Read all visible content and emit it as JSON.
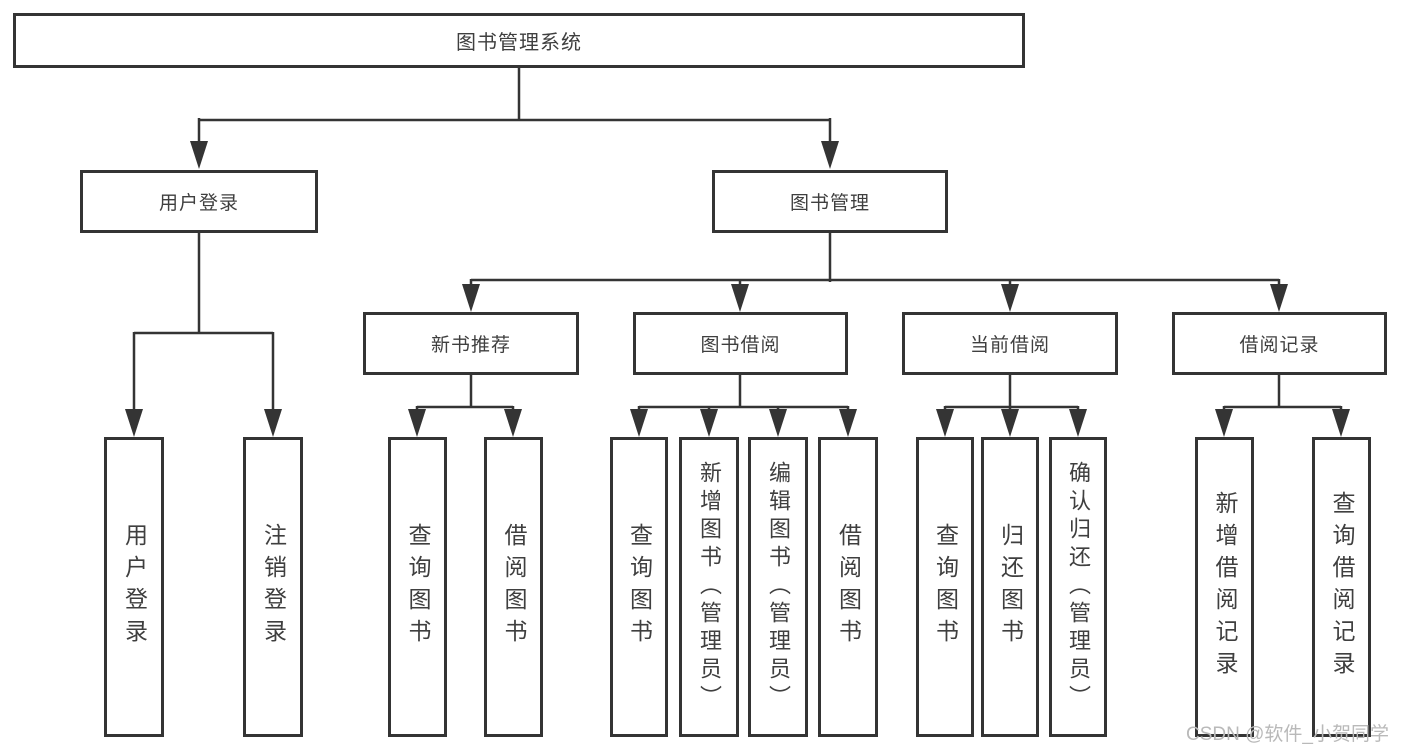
{
  "diagram": {
    "type": "hierarchy-tree",
    "title": "图书管理系统",
    "colors": {
      "line": "#343434",
      "border": "#343434",
      "text": "#3f3f3f",
      "background": "#ffffff",
      "watermark": "#b9b9b9"
    },
    "nodes": {
      "root": "图书管理系统",
      "user_login": "用户登录",
      "book_mgmt": "图书管理",
      "new_book_rec": "新书推荐",
      "book_borrow": "图书借阅",
      "current_borrow": "当前借阅",
      "borrow_record": "借阅记录",
      "leaf_user_login": "用户登录",
      "leaf_logout": "注销登录",
      "leaf_query_book_1": "查询图书",
      "leaf_borrow_book_1": "借阅图书",
      "leaf_query_book_2": "查询图书",
      "leaf_add_book": "新增图书（管理员）",
      "leaf_edit_book": "编辑图书（管理员）",
      "leaf_borrow_book_2": "借阅图书",
      "leaf_query_book_3": "查询图书",
      "leaf_return_book": "归还图书",
      "leaf_confirm_return": "确认归还（管理员）",
      "leaf_add_record": "新增借阅记录",
      "leaf_query_record": "查询借阅记录"
    },
    "hierarchy": {
      "图书管理系统": [
        "用户登录",
        "图书管理"
      ],
      "用户登录": [
        "用户登录",
        "注销登录"
      ],
      "图书管理": [
        "新书推荐",
        "图书借阅",
        "当前借阅",
        "借阅记录"
      ],
      "新书推荐": [
        "查询图书",
        "借阅图书"
      ],
      "图书借阅": [
        "查询图书",
        "新增图书（管理员）",
        "编辑图书（管理员）",
        "借阅图书"
      ],
      "当前借阅": [
        "查询图书",
        "归还图书",
        "确认归还（管理员）"
      ],
      "借阅记录": [
        "新增借阅记录",
        "查询借阅记录"
      ]
    },
    "watermark": "CSDN @软件_小贺同学"
  }
}
